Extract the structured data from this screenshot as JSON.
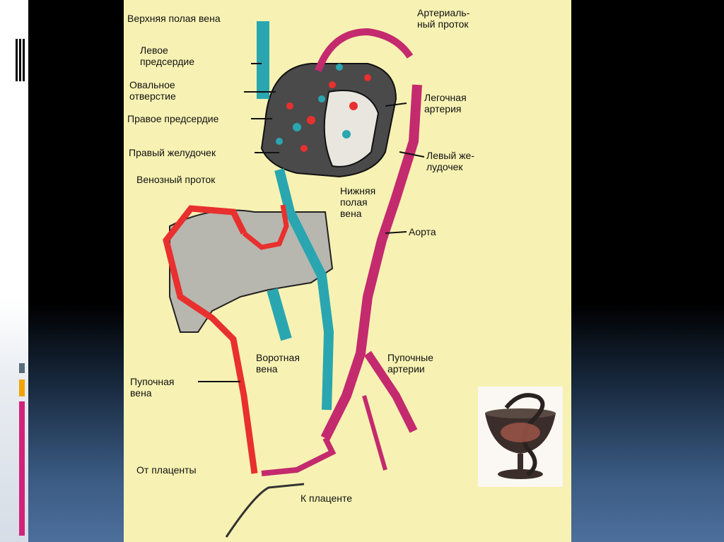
{
  "labels": {
    "svc": "Верхняя полая вена",
    "left_atrium": "Левое\nпредсердие",
    "foramen_ovale": "Овальное\nотверстие",
    "right_atrium": "Правое предсердие",
    "right_ventricle": "Правый желудочек",
    "ductus_venosus": "Венозный проток",
    "ductus_arteriosus": "Артериаль-\nный проток",
    "pulmonary_artery": "Легочная\nартерия",
    "left_ventricle": "Левый же-\nлудочек",
    "ivc": "Нижняя\nполая\nвена",
    "aorta": "Аорта",
    "portal_vein": "Воротная\nвена",
    "umbilical_arteries": "Пупочные\nартерии",
    "umbilical_vein": "Пупочная\nвена",
    "from_placenta": "От плаценты",
    "to_placenta": "К плаценте"
  },
  "colors": {
    "oxygenated": "#e8302e",
    "deoxygenated": "#2aa6b0",
    "arterial_mixed": "#c42a6e",
    "slide_background": "#f7f2b3"
  },
  "logo": {
    "icon": "bowl-of-hygieia-icon"
  }
}
